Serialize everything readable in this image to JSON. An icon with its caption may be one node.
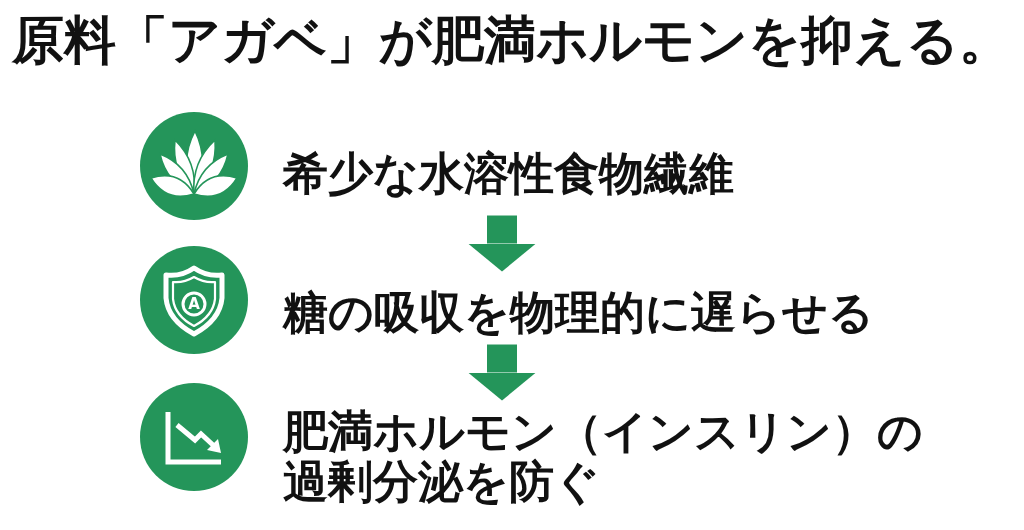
{
  "diagram": {
    "title": "原料「アガベ」が肥満ホルモンを抑える。",
    "nodes": [
      {
        "text": [
          "希少な水溶性食物繊維"
        ]
      },
      {
        "text": [
          "糖の吸収を物理的に遅らせる"
        ]
      },
      {
        "text": [
          "肥満ホルモン（インスリン）の過剰分泌を防ぐ"
        ]
      }
    ],
    "edges": [
      {
        "from": 0,
        "to": 1,
        "arrow": "to"
      },
      {
        "from": 1,
        "to": 2,
        "arrow": "to"
      }
    ],
    "labels": [
      "A"
    ]
  }
}
